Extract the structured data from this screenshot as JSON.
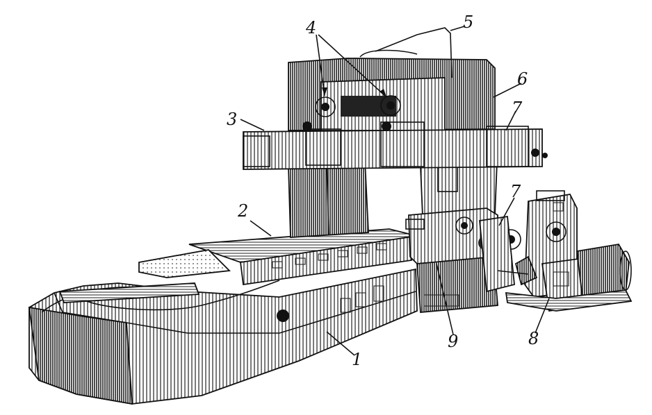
{
  "labels": [
    {
      "id": "bed",
      "text": "1"
    },
    {
      "id": "table",
      "text": "2"
    },
    {
      "id": "side-head-left",
      "text": "3"
    },
    {
      "id": "rail-heads",
      "text": "4"
    },
    {
      "id": "pipe",
      "text": "5"
    },
    {
      "id": "crossbeam",
      "text": "6"
    },
    {
      "id": "side-head-right",
      "text": "7"
    },
    {
      "id": "drive-unit",
      "text": "7"
    },
    {
      "id": "motor",
      "text": "8"
    },
    {
      "id": "column-base",
      "text": "9"
    }
  ],
  "colors": {
    "ink": "#111111",
    "paper": "#ffffff",
    "hatch": "#555555"
  }
}
